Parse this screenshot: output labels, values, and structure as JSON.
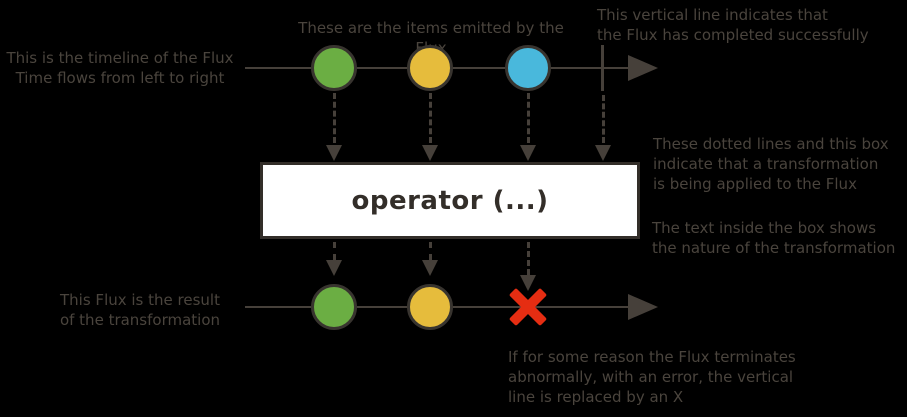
{
  "colors": {
    "background": "#000000",
    "stroke": "#46403a",
    "text": "#4a443d",
    "marble_border": "#38342f",
    "green": "#6bae43",
    "yellow": "#e6bc3c",
    "blue": "#49b8dc",
    "error_red": "#e52d12",
    "box_background": "#ffffff",
    "box_border": "#332e29"
  },
  "annotations": {
    "timeline": "This is the timeline of the Flux\nTime flows from left to right",
    "items": "These are the items emitted by the Flux",
    "complete": "This vertical line indicates that\nthe Flux has completed successfully",
    "transformation": "These dotted lines and this box\nindicate that a transformation\nis being applied to the Flux",
    "box_text": "The text inside the box shows\nthe nature of the transformation",
    "result": "This Flux is the result\nof the transformation",
    "error": "If for some reason the Flux terminates\nabnormally, with an error, the vertical\nline is replaced by an X"
  },
  "operator": {
    "label": "operator (...)"
  },
  "source_flux": {
    "terminal": "complete",
    "marbles": [
      {
        "name": "item-1",
        "color": "#6bae43"
      },
      {
        "name": "item-2",
        "color": "#e6bc3c"
      },
      {
        "name": "item-3",
        "color": "#49b8dc"
      }
    ]
  },
  "result_flux": {
    "terminal": "error",
    "marbles": [
      {
        "name": "item-1",
        "color": "#6bae43"
      },
      {
        "name": "item-2",
        "color": "#e6bc3c"
      }
    ]
  }
}
